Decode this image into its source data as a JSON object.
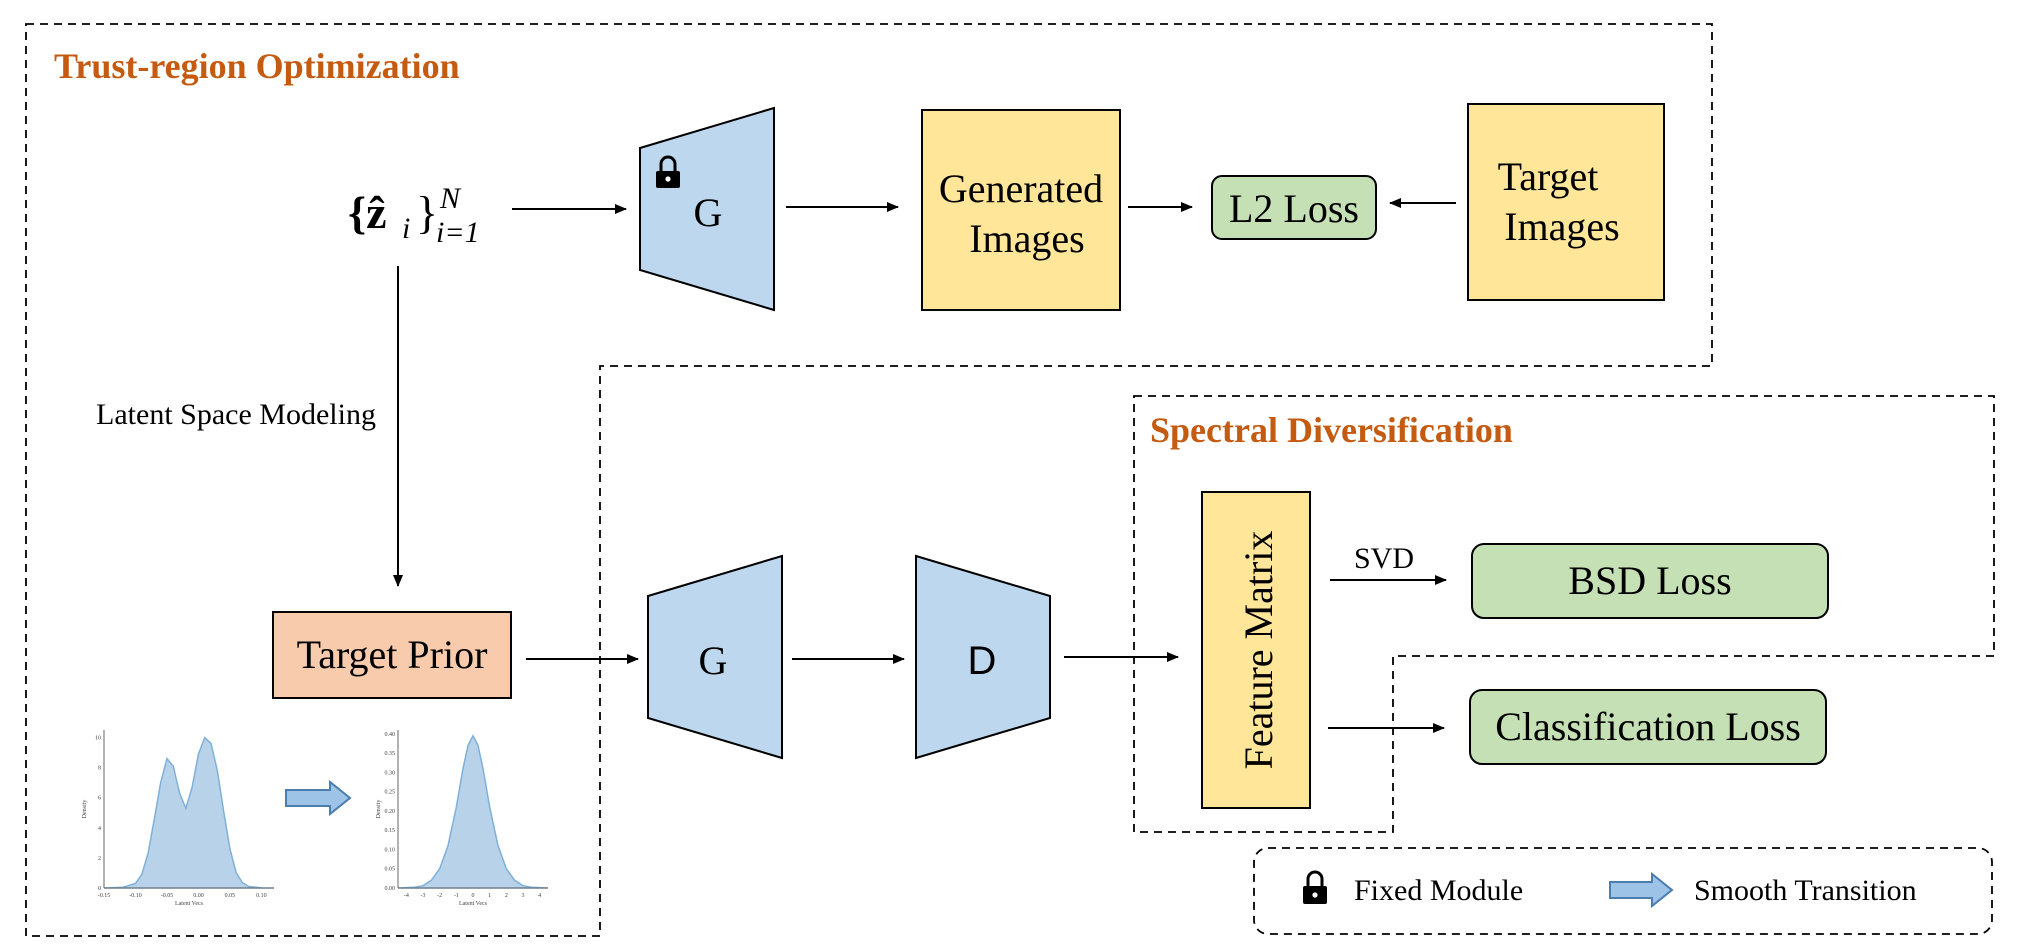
{
  "sections": {
    "trust_region_title": "Trust-region Optimization",
    "spectral_title": "Spectral Diversification"
  },
  "nodes": {
    "latent_symbol_base": "{ẑ",
    "latent_symbol_sub": "i",
    "latent_symbol_close": "}",
    "latent_symbol_sup": "N",
    "latent_symbol_lower": "i=1",
    "generator_top": "G",
    "generated_images_line1": "Generated",
    "generated_images_line2": "Images",
    "l2_loss": "L2 Loss",
    "target_images_line1": "Target",
    "target_images_line2": "Images",
    "latent_space_modeling": "Latent Space Modeling",
    "target_prior": "Target Prior",
    "generator_bottom": "G",
    "discriminator": "D",
    "feature_matrix": "Feature Matrix",
    "svd": "SVD",
    "bsd_loss": "BSD Loss",
    "classification_loss": "Classification Loss"
  },
  "legend": {
    "fixed_module": "Fixed Module",
    "smooth_transition": "Smooth Transition"
  },
  "colors": {
    "section_title": "#c55a11",
    "module_blue": "#bdd7ee",
    "image_yellow": "#ffe699",
    "loss_green": "#c5e0b4",
    "prior_orange": "#f8cbad",
    "density_fill": "#b8d2ea",
    "density_line": "#7fb0d8"
  },
  "chart_data": [
    {
      "type": "area",
      "xlabel": "Latent Vecs",
      "ylabel": "Density",
      "x_ticks": [
        "-0.15",
        "-0.10",
        "-0.05",
        "0.00",
        "0.05",
        "0.10"
      ],
      "y_ticks": [
        "0",
        "2",
        "4",
        "6",
        "8",
        "10"
      ],
      "xlim": [
        -0.15,
        0.12
      ],
      "ylim": [
        0,
        10.5
      ],
      "x": [
        -0.15,
        -0.12,
        -0.1,
        -0.09,
        -0.08,
        -0.07,
        -0.06,
        -0.05,
        -0.04,
        -0.03,
        -0.02,
        -0.01,
        0.0,
        0.01,
        0.02,
        0.03,
        0.04,
        0.05,
        0.06,
        0.07,
        0.08,
        0.1,
        0.12
      ],
      "y": [
        0,
        0.05,
        0.3,
        0.9,
        2.3,
        4.6,
        7.0,
        8.6,
        8.1,
        6.3,
        5.3,
        6.7,
        8.9,
        10.0,
        9.6,
        7.8,
        5.1,
        2.6,
        1.0,
        0.35,
        0.1,
        0.01,
        0
      ]
    },
    {
      "type": "area",
      "xlabel": "Latent Vecs",
      "ylabel": "Density",
      "x_ticks": [
        "-4",
        "-3",
        "-2",
        "-1",
        "0",
        "1",
        "2",
        "3",
        "4"
      ],
      "y_ticks": [
        "0.00",
        "0.05",
        "0.10",
        "0.15",
        "0.20",
        "0.25",
        "0.30",
        "0.35",
        "0.40"
      ],
      "xlim": [
        -4.5,
        4.5
      ],
      "ylim": [
        0,
        0.41
      ],
      "x": [
        -4.5,
        -3.5,
        -3.0,
        -2.5,
        -2.0,
        -1.5,
        -1.0,
        -0.6,
        -0.3,
        0.0,
        0.3,
        0.6,
        1.0,
        1.5,
        2.0,
        2.5,
        3.0,
        3.5,
        4.5
      ],
      "y": [
        0,
        0.002,
        0.006,
        0.02,
        0.05,
        0.11,
        0.21,
        0.31,
        0.37,
        0.395,
        0.37,
        0.31,
        0.21,
        0.11,
        0.05,
        0.02,
        0.006,
        0.002,
        0
      ]
    }
  ]
}
